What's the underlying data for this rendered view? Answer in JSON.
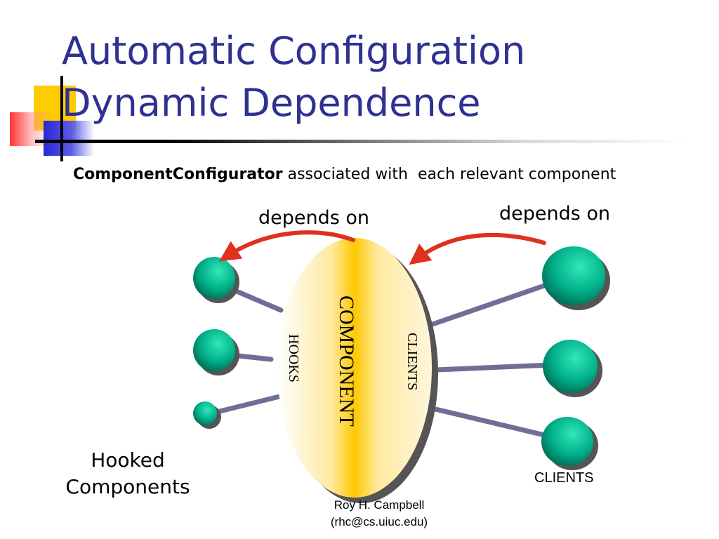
{
  "slide": {
    "title_line1": "Automatic Configuration",
    "title_line2": "Dynamic Dependence",
    "subtitle_bold": "ComponentConfigurator",
    "subtitle_rest": " associated with  each relevant component",
    "footer_name": "Roy H. Campbell",
    "footer_email": "(rhc@cs.uiuc.edu)"
  },
  "diagram": {
    "depends_on_left": "depends on",
    "depends_on_right": "depends on",
    "component_label": "COMPONENT",
    "hooks_label": "HOOKS",
    "clients_inner_label": "CLIENTS",
    "clients_caption": "CLIENTS",
    "hooked_line1": "Hooked",
    "hooked_line2": "Components"
  },
  "colors": {
    "title": "#2e3192",
    "arrow": "#e0301e",
    "connector": "#6e6e96",
    "node": "#00b894",
    "component_fill": "#ffcc00"
  }
}
